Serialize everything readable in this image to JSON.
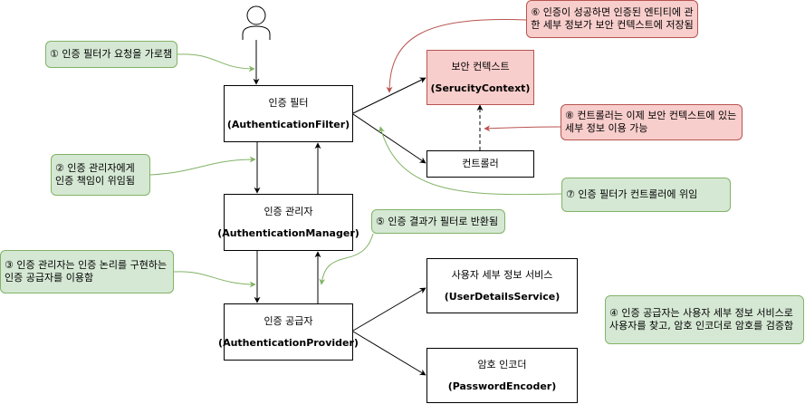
{
  "boxes": {
    "filter": {
      "title": "인증 필터",
      "sub": "(AuthenticationFilter)"
    },
    "manager": {
      "title": "인증 관리자",
      "sub": "(AuthenticationManager)"
    },
    "provider": {
      "title": "인증 공급자",
      "sub": "(AuthenticationProvider)"
    },
    "context": {
      "title": "보안 컨텍스트",
      "sub": "(SerucityContext)"
    },
    "controller": {
      "title": "컨트롤러"
    },
    "uds": {
      "title": "사용자 세부 정보 서비스",
      "sub": "(UserDetailsService)"
    },
    "encoder": {
      "title": "암호 인코더",
      "sub": "(PasswordEncoder)"
    }
  },
  "notes": {
    "n1": "① 인증 필터가 요청을 가로챔",
    "n2_line1": "② 인증 관리자에게",
    "n2_line2": "인증 책임이 위임됨",
    "n3_line1": "③ 인증 관리자는 인증 논리를 구현하는",
    "n3_line2": "인증 공급자를 이용함",
    "n4_line1": "④ 인증 공급자는 사용자 세부 정보 서비스로",
    "n4_line2": "사용자를 찾고, 암호 인코더로 암호를 검증함",
    "n5": "⑤ 인증 결과가 필터로 반환됨",
    "n6_line1": "⑥ 인증이 성공하면 인증된 엔티티에 관",
    "n6_line2": "한 세부 정보가 보안 컨텍스트에 저장됨",
    "n7": "⑦ 인증 필터가 컨트롤러에 위임",
    "n8_line1": "⑧ 컨트롤러는 이제 보안 컨텍스트에 있는",
    "n8_line2": "세부 정보 이용 가능"
  },
  "colors": {
    "green_fill": "#d5e8d4",
    "green_stroke": "#82b366",
    "red_fill": "#f8cecc",
    "red_stroke": "#b85450"
  }
}
